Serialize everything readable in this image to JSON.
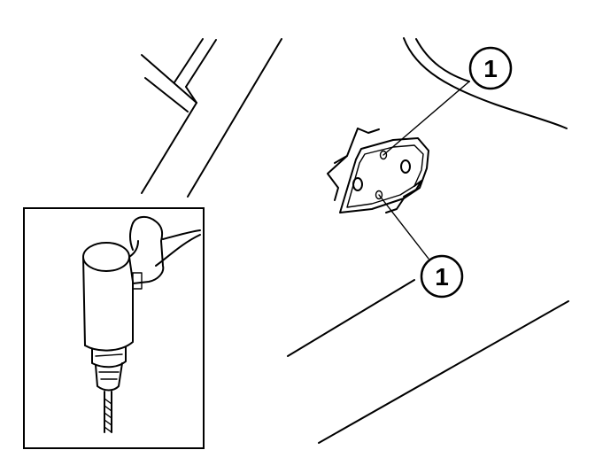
{
  "callouts": [
    {
      "label": "1"
    },
    {
      "label": "1"
    }
  ],
  "inset": {
    "tool": "drill"
  }
}
